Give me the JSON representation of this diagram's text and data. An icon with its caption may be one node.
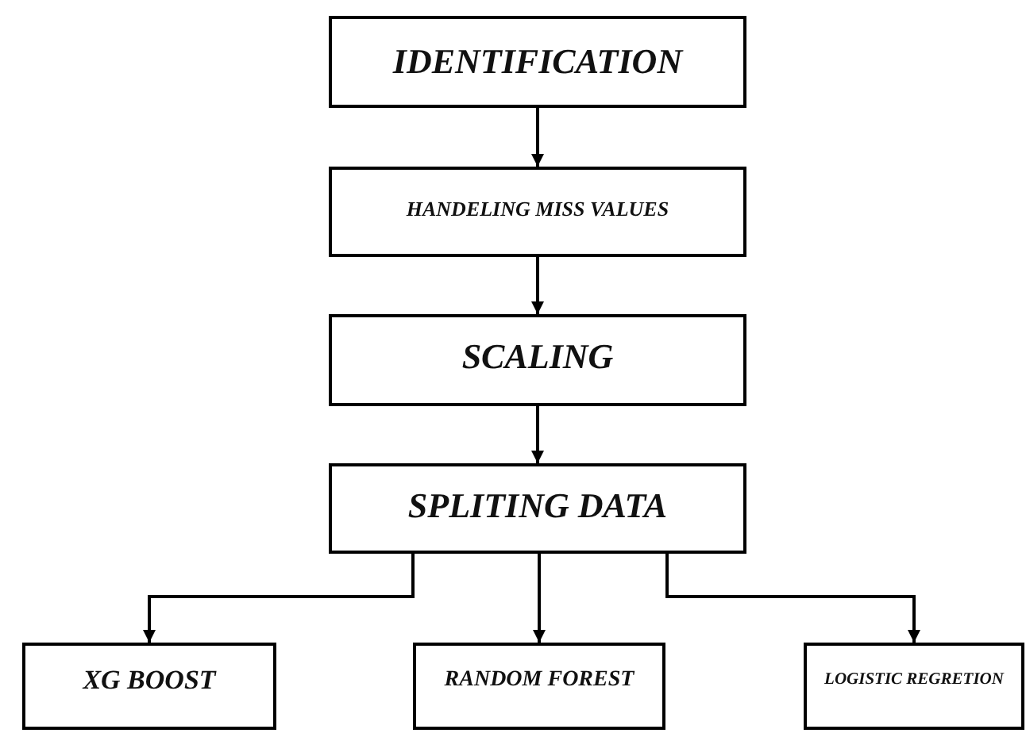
{
  "diagram": {
    "nodes": [
      {
        "text": [
          "IDENTIFICATION"
        ]
      },
      {
        "text": [
          "HANDELING MISS VALUES"
        ]
      },
      {
        "text": [
          "SCALING"
        ]
      },
      {
        "text": [
          "SPLITING DATA"
        ]
      },
      {
        "text": [
          "XG BOOST"
        ]
      },
      {
        "text": [
          "RANDOM FOREST"
        ]
      },
      {
        "text": [
          "LOGISTIC REGRETION"
        ]
      }
    ],
    "edges": [
      {
        "from": 0,
        "to": 1,
        "arrow": "to"
      },
      {
        "from": 1,
        "to": 2,
        "arrow": "to"
      },
      {
        "from": 2,
        "to": 3,
        "arrow": "to"
      },
      {
        "from": 3,
        "to": 4,
        "arrow": "to"
      },
      {
        "from": 3,
        "to": 5,
        "arrow": "to"
      },
      {
        "from": 3,
        "to": 6,
        "arrow": "to"
      }
    ]
  }
}
